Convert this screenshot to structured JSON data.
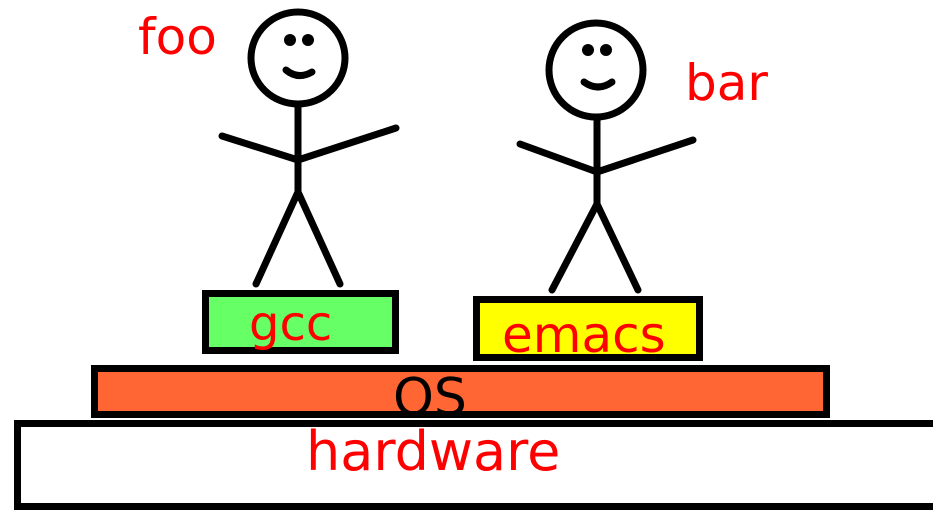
{
  "users": [
    {
      "name": "foo"
    },
    {
      "name": "bar"
    }
  ],
  "apps": [
    {
      "name": "gcc",
      "color": "#66ff66"
    },
    {
      "name": "emacs",
      "color": "#ffff00"
    }
  ],
  "os": {
    "label": "OS",
    "color": "#ff6633"
  },
  "hardware": {
    "label": "hardware",
    "color": "#ffffff"
  },
  "colors": {
    "user_text": "#ff0000",
    "app_text": "#ff0000",
    "os_text": "#000000",
    "hardware_text": "#ff0000",
    "outline": "#000000"
  }
}
